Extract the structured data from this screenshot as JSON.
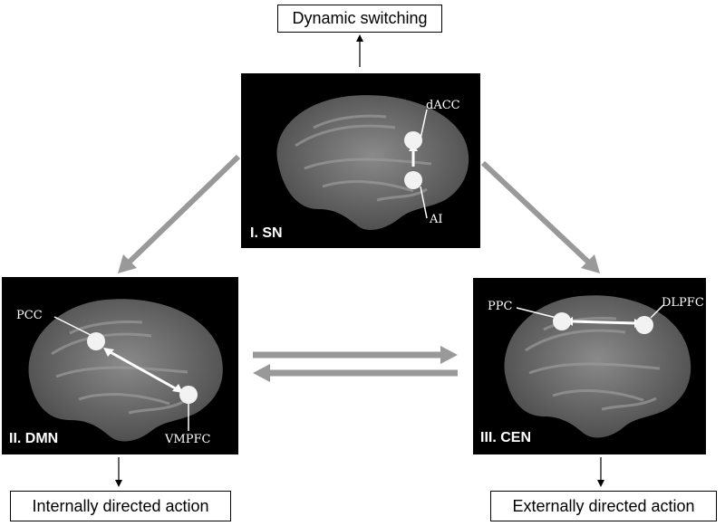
{
  "top_box": {
    "label": "Dynamic switching"
  },
  "left_box": {
    "label": "Internally directed action"
  },
  "right_box": {
    "label": "Externally directed action"
  },
  "panels": {
    "sn": {
      "title": "I. SN",
      "regions": [
        "dACC",
        "AI"
      ]
    },
    "dmn": {
      "title": "II. DMN",
      "regions": [
        "PCC",
        "VMPFC"
      ]
    },
    "cen": {
      "title": "III. CEN",
      "regions": [
        "PPC",
        "DLPFC"
      ]
    }
  },
  "colors": {
    "flow_arrow": "#999999",
    "panel_bg": "#000000",
    "brain": "#6e6e6e",
    "node": "#f2f2f2"
  }
}
